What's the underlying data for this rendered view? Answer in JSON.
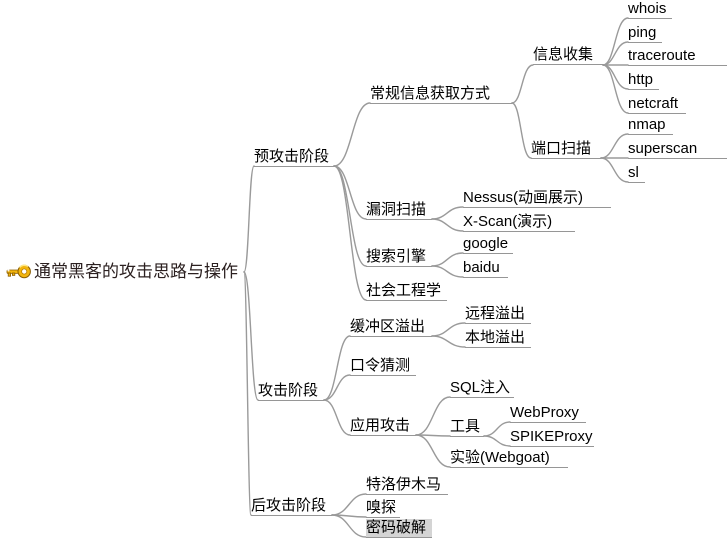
{
  "diagram": {
    "type": "mindmap",
    "root": {
      "text": "通常黑客的攻击思路与操作",
      "icon": "key-icon",
      "children": [
        {
          "text": "预攻击阶段",
          "children": [
            {
              "text": "常规信息获取方式",
              "children": [
                {
                  "text": "信息收集",
                  "children": [
                    {
                      "text": "whois"
                    },
                    {
                      "text": "ping"
                    },
                    {
                      "text": "traceroute"
                    },
                    {
                      "text": "http"
                    },
                    {
                      "text": "netcraft"
                    }
                  ]
                },
                {
                  "text": "端口扫描",
                  "children": [
                    {
                      "text": "nmap"
                    },
                    {
                      "text": "superscan"
                    },
                    {
                      "text": "sl"
                    }
                  ]
                }
              ]
            },
            {
              "text": "漏洞扫描",
              "children": [
                {
                  "text": "Nessus(动画展示)"
                },
                {
                  "text": "X-Scan(演示)"
                }
              ]
            },
            {
              "text": "搜索引擎",
              "children": [
                {
                  "text": "google"
                },
                {
                  "text": "baidu"
                }
              ]
            },
            {
              "text": "社会工程学"
            }
          ]
        },
        {
          "text": "攻击阶段",
          "children": [
            {
              "text": "缓冲区溢出",
              "children": [
                {
                  "text": "远程溢出"
                },
                {
                  "text": "本地溢出"
                }
              ]
            },
            {
              "text": "口令猜测"
            },
            {
              "text": "应用攻击",
              "children": [
                {
                  "text": "SQL注入"
                },
                {
                  "text": "工具",
                  "children": [
                    {
                      "text": "WebProxy"
                    },
                    {
                      "text": "SPIKEProxy"
                    }
                  ]
                },
                {
                  "text": "实验(Webgoat)"
                }
              ]
            }
          ]
        },
        {
          "text": "后攻击阶段",
          "children": [
            {
              "text": "特洛伊木马"
            },
            {
              "text": "嗅探"
            },
            {
              "text": "密码破解",
              "selected": true
            }
          ]
        }
      ]
    },
    "colors": {
      "edge": "#9a9a9a",
      "text": "#000000",
      "root_text": "#2b2020",
      "selected_background": "#d4d4d4",
      "background": "#ffffff",
      "key_gold": "#f2b50e"
    }
  }
}
